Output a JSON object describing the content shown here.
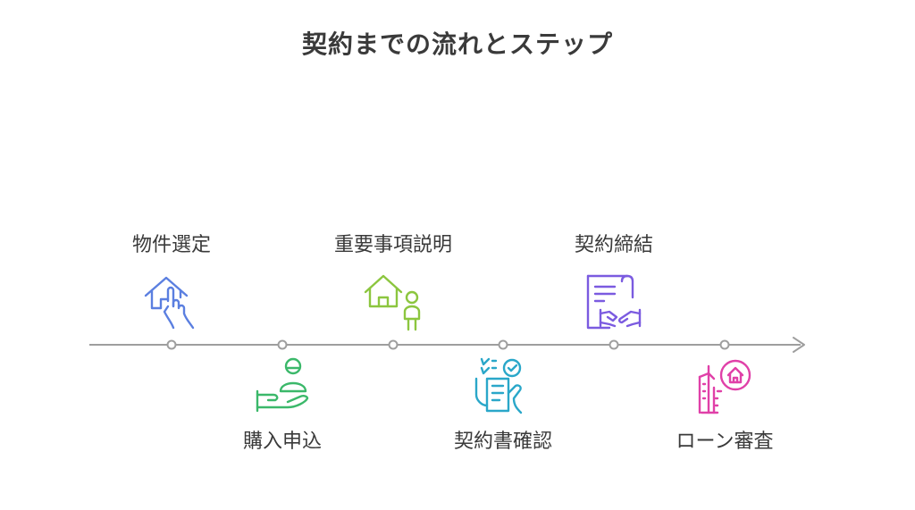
{
  "title": "契約までの流れとステップ",
  "steps": [
    {
      "label": "物件選定",
      "icon": "house-hand-icon",
      "color": "#5b7fe0",
      "position": "top"
    },
    {
      "label": "購入申込",
      "icon": "person-offer-icon",
      "color": "#3bb86a",
      "position": "bottom"
    },
    {
      "label": "重要事項説明",
      "icon": "house-person-icon",
      "color": "#8cc63f",
      "position": "top"
    },
    {
      "label": "契約書確認",
      "icon": "document-check-icon",
      "color": "#2aa7c9",
      "position": "bottom"
    },
    {
      "label": "契約締結",
      "icon": "contract-handshake-icon",
      "color": "#7b5be0",
      "position": "top"
    },
    {
      "label": "ローン審査",
      "icon": "house-buildings-icon",
      "color": "#e040a8",
      "position": "bottom"
    }
  ],
  "colors": {
    "timeline": "#9e9e9e",
    "text": "#3a3a3a"
  }
}
